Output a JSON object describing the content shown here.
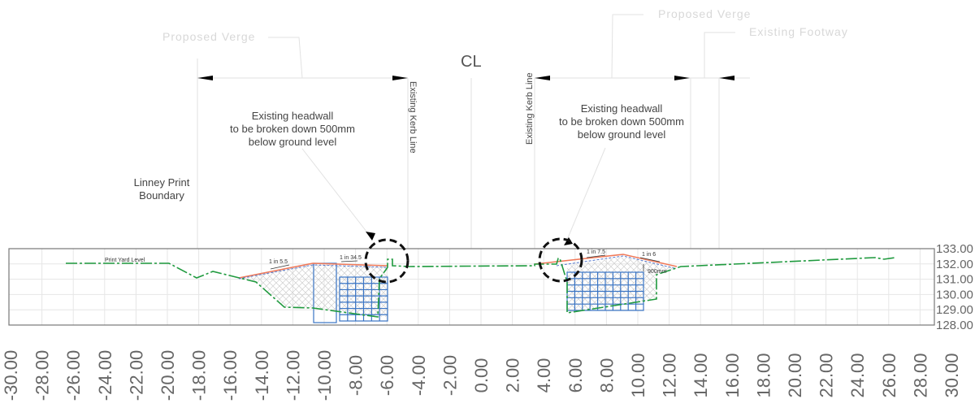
{
  "annotations": {
    "proposed_verge_left": "Proposed Verge",
    "proposed_verge_right": "Proposed Verge",
    "existing_footway": "Existing Footway",
    "centreline": "CL",
    "kerb_left": "Existing Kerb Line",
    "kerb_right": "Existing Kerb Line",
    "headwall_left": [
      "Existing headwall",
      "to be broken down 500mm",
      "below ground level"
    ],
    "headwall_right": [
      "Existing headwall",
      "to be broken down 500mm",
      "below ground level"
    ],
    "boundary": [
      "Linney Print",
      "Boundary"
    ],
    "print_yard_level": "Print Yard Level",
    "slope_1": "1 in 5.5",
    "slope_2": "1 in 34.5",
    "slope_3": "1 in 7.5",
    "slope_4": "1 in 6",
    "depth": "900mm"
  },
  "axes": {
    "y_labels": [
      "133.00",
      "132.00",
      "131.00",
      "130.00",
      "129.00",
      "128.00"
    ],
    "x_labels": [
      "-30.00",
      "-28.00",
      "-26.00",
      "-24.00",
      "-22.00",
      "-20.00",
      "-18.00",
      "-16.00",
      "-14.00",
      "-12.00",
      "-10.00",
      "-8.00",
      "-6.00",
      "-4.00",
      "-2.00",
      "0.00",
      "2.00",
      "4.00",
      "6.00",
      "8.00",
      "10.00",
      "12.00",
      "14.00",
      "16.00",
      "18.00",
      "20.00",
      "22.00",
      "24.00",
      "26.00",
      "28.00",
      "30.00"
    ]
  },
  "colors": {
    "existing_ground": "#1f9a3e",
    "proposed_surface": "#f07a5a",
    "structure": "#3a74c4"
  }
}
